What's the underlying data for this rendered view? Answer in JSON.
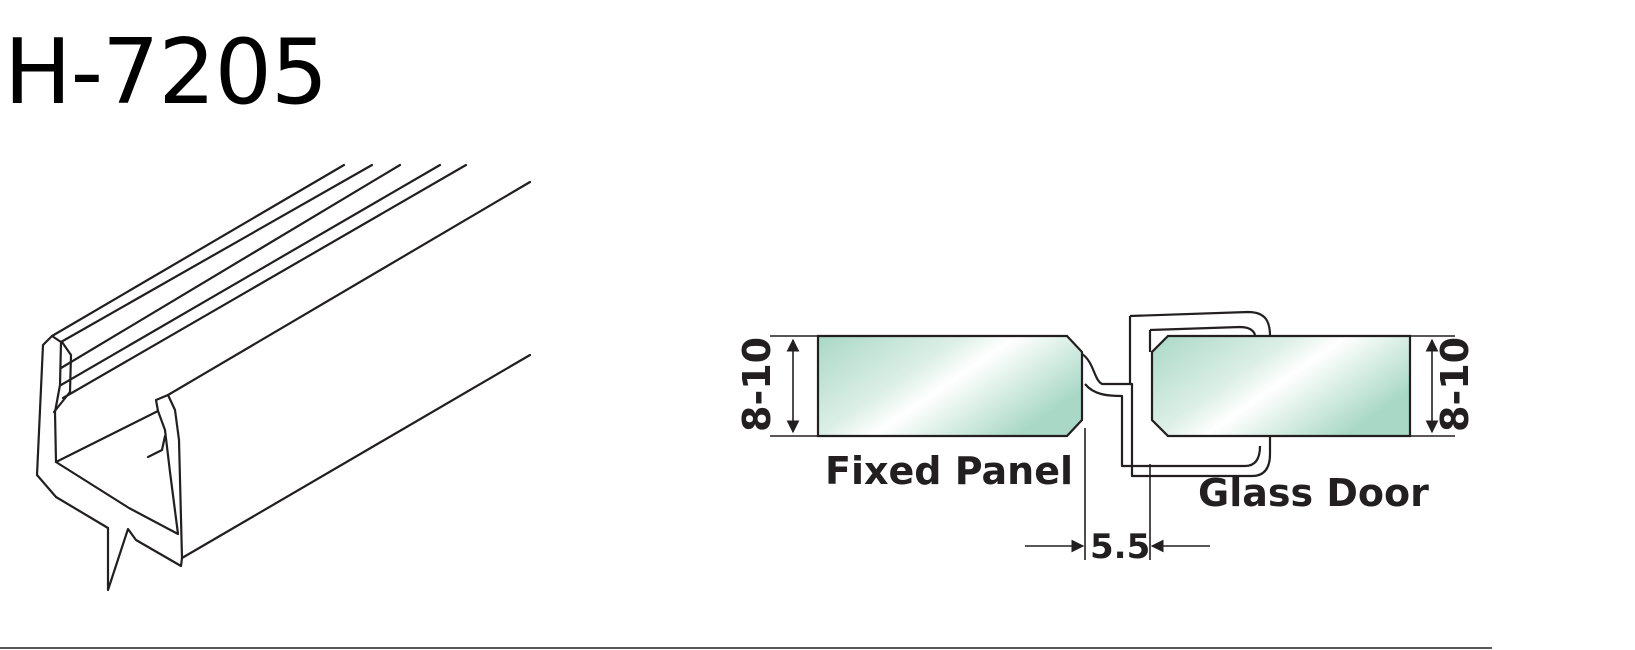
{
  "title": "H-7205",
  "labels": {
    "fixed_panel": "Fixed Panel",
    "glass_door": "Glass Door",
    "gap": "5.5",
    "left_thickness": "8-10",
    "right_thickness": "8-10"
  },
  "colors": {
    "line": "#231f20",
    "glass_edge": "#a9d8c6",
    "glass_mid": "#ffffff"
  }
}
